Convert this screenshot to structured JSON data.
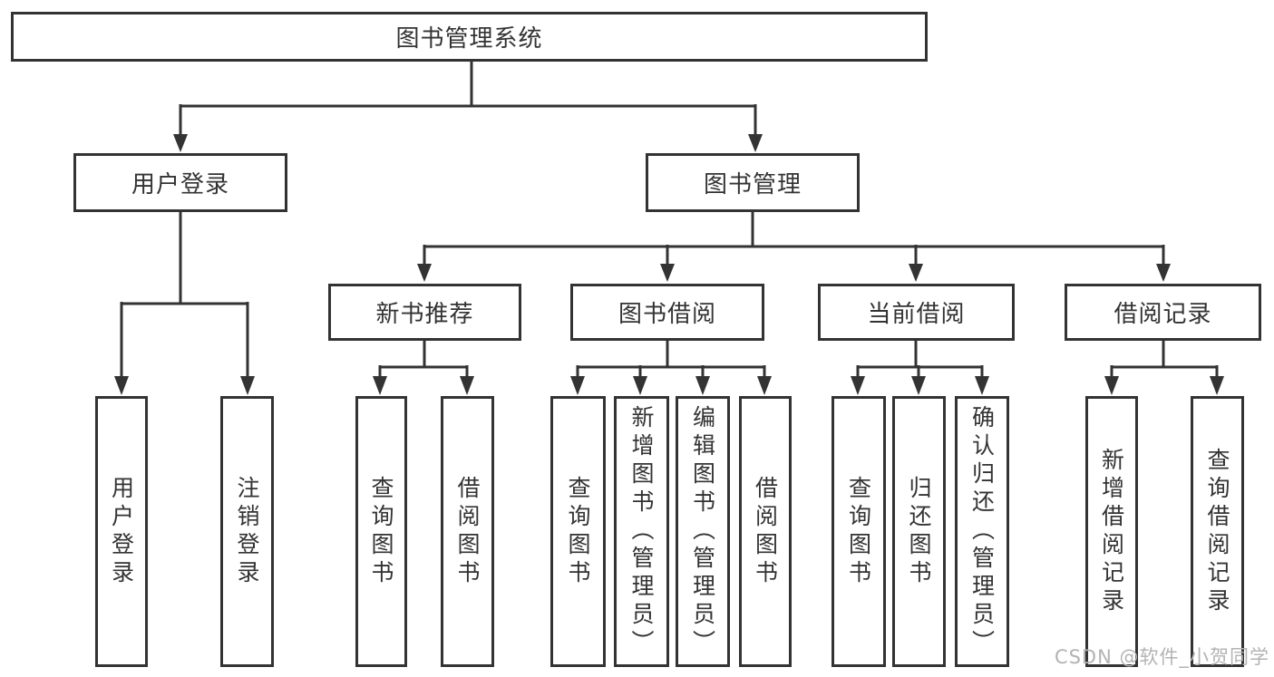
{
  "root": {
    "label": "图书管理系统"
  },
  "branches": [
    {
      "label": "用户登录",
      "children": [
        {
          "label": "用户登录"
        },
        {
          "label": "注销登录"
        }
      ]
    },
    {
      "label": "图书管理",
      "children": [
        {
          "label": "新书推荐",
          "children": [
            {
              "label": "查询图书"
            },
            {
              "label": "借阅图书"
            }
          ]
        },
        {
          "label": "图书借阅",
          "children": [
            {
              "label": "查询图书"
            },
            {
              "label": "新增图书（管理员）"
            },
            {
              "label": "编辑图书（管理员）"
            },
            {
              "label": "借阅图书"
            }
          ]
        },
        {
          "label": "当前借阅",
          "children": [
            {
              "label": "查询图书"
            },
            {
              "label": "归还图书"
            },
            {
              "label": "确认归还（管理员）"
            }
          ]
        },
        {
          "label": "借阅记录",
          "children": [
            {
              "label": "新增借阅记录"
            },
            {
              "label": "查询借阅记录"
            }
          ]
        }
      ]
    }
  ],
  "watermark": "CSDN @软件_小贺同学",
  "colors": {
    "line": "#333333",
    "text": "#333333",
    "box_background": "#ffffff",
    "watermark": "#b3b3b3"
  }
}
